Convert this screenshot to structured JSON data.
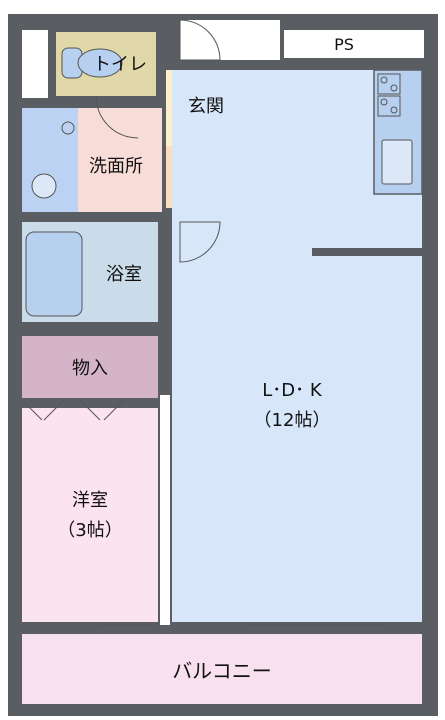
{
  "rooms": {
    "toilet": "トイレ",
    "entrance": "玄関",
    "washroom": "洗面所",
    "bathroom": "浴室",
    "storage": "物入",
    "western_room": "洋室",
    "western_room_size": "（3帖）",
    "ldk": "L･D･ K",
    "ldk_size": "（12帖）",
    "balcony": "バルコニー",
    "ps": "PS"
  },
  "colors": {
    "wall": "#5a5d62",
    "ldk": "#d8e6fa",
    "washroom": "#f8dcd8",
    "toilet": "#e0d8a8",
    "entrance": "#fcf0cc",
    "hall": "#fbdcbc",
    "bath": "#cadcea",
    "storage": "#d5b4c8",
    "western": "#fbe3f0",
    "balcony": "#f9e0ee",
    "fixture": "#b8d0f0"
  }
}
